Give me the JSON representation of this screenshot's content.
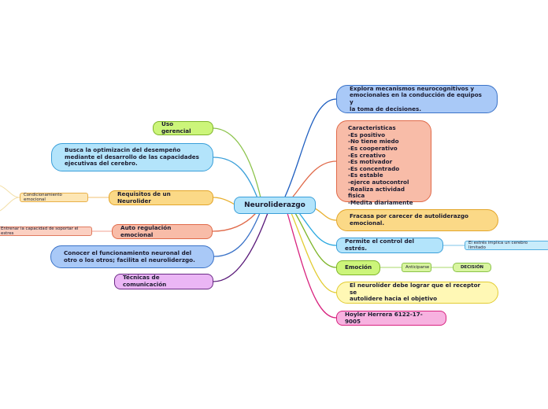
{
  "center": {
    "label": "Neuroliderazgo"
  },
  "left": {
    "uso_gerencial": "Uso gerencial",
    "busca": "Busca la optimizacin del desempeño\nmediante el desarrollo de las capacidades\nejecutivas del cerebro.",
    "requisitos": "Requisitos de un Neurolider",
    "condicionamiento": "Condicionamiento emocional",
    "auto_regulacion": "Auto regulación emocional",
    "entrenar": "Entrenar la capacidad de soportar el estres",
    "conocer": "Conocer el funcionamiento neuronal del\notro o los otros; facilita el neuroliderzgo.",
    "tecnicas": "Técnicas de comunicación"
  },
  "right": {
    "explora": "Explora mecanismos neurocognitivos y\nemocionales en la conducción de equipos y\nla toma de decisiones.",
    "caracteristicas": "Caracteristicas\n-Es positivo\n-No tiene miedo\n-Es cooperativo\n-Es creativo\n-Es motivador\n-Es concentrado\n-Es estable\n-ejerce autocontrol\n-Realiza actividad fisica\n-Medita diariamente",
    "fracasa": "Fracasa por carecer de autoliderazgo\nemocional.",
    "permite": "Permite el control del estrés.",
    "estres_implica": "El estrés implica un cerebro limitado",
    "emocion": "Emoción",
    "anticiparse": "Anticiparse",
    "decision": "DECISIÓN",
    "neurolider_debe": "El neurolíder debe lograr que el receptor se\nautolidere hacia el objetivo",
    "autor": "Hoyler Herrera 6122-17-9005"
  }
}
